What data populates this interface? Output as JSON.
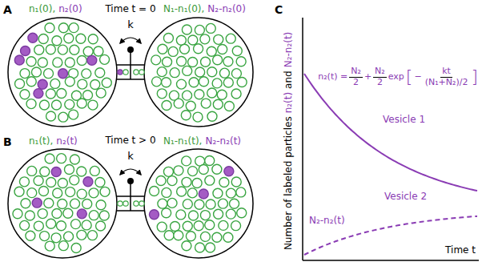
{
  "diagram": {
    "labels": [
      "A",
      "n₁(0),",
      "n₂(0)",
      "Time t = 0",
      "N₁-n₁(0),",
      "N₂-n₂(0)",
      "k",
      "B",
      "n₁(t),",
      "n₂(t)",
      "Time t > 0",
      "N₁-n₁(t),",
      "N₂-n₂(t)",
      "k",
      "C",
      "Number of labeled particles",
      "n₂(t)",
      "and",
      "N₂-n₂(t)",
      "n₂(t) =",
      "N₂",
      "2",
      "+",
      "N₂",
      "2",
      "exp",
      "[",
      "−",
      "kt",
      "(N₁+N₂)/2",
      "]",
      "Vesicle 1",
      "Vesicle 2",
      "N₂-n₂(t)",
      "Time t"
    ]
  }
}
